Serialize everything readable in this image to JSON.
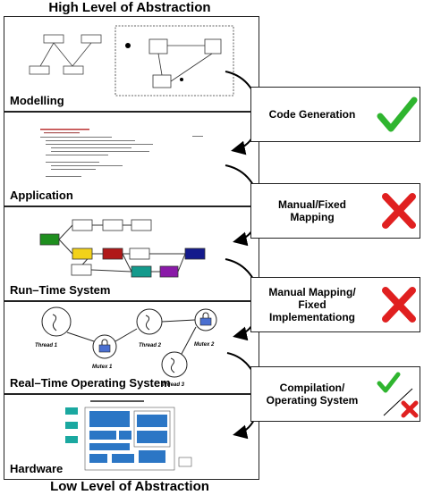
{
  "titles": {
    "top": "High Level of Abstraction",
    "bottom": "Low Level of Abstraction"
  },
  "layers": [
    {
      "label": "Modelling"
    },
    {
      "label": "Application"
    },
    {
      "label": "Run–Time System"
    },
    {
      "label": "Real–Time Operating System"
    },
    {
      "label": "Hardware"
    }
  ],
  "steps": [
    {
      "label": "Code Generation",
      "status": "check"
    },
    {
      "label": "Manual/Fixed Mapping",
      "status": "cross"
    },
    {
      "label": "Manual Mapping/ Fixed Implementationg",
      "status": "cross"
    },
    {
      "label": "Compilation/ Operating System",
      "status": "check-cross"
    }
  ],
  "rtos": {
    "thread1": "Thread 1",
    "thread2": "Thread 2",
    "thread3": "Thread 3",
    "mutex1": "Mutex 1",
    "mutex2": "Mutex 2"
  },
  "colors": {
    "check": "#2fb52f",
    "cross": "#e02020",
    "runtime_green": "#1f8f1f",
    "runtime_yellow": "#f2d21a",
    "runtime_red": "#b01818",
    "runtime_teal": "#149a8c",
    "runtime_purple": "#8a1aa8",
    "runtime_navy": "#141a8c"
  },
  "icons": [
    "check-icon",
    "cross-icon",
    "lock-icon",
    "thread-swirl-icon"
  ]
}
